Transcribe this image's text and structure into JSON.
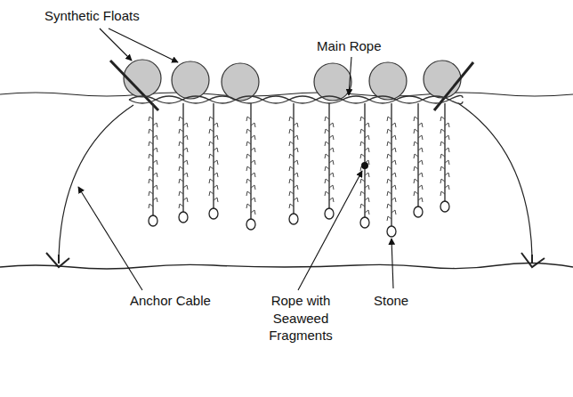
{
  "diagram": {
    "labels": [
      "Synthetic Floats",
      "Main Rope",
      "Anchor Cable",
      "Rope with Seaweed Fragments",
      "Stone"
    ]
  }
}
